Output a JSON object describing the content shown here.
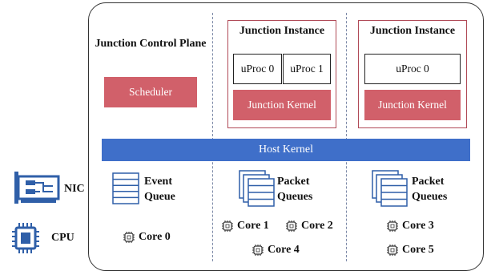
{
  "control_plane": {
    "title": "Junction Control Plane",
    "scheduler": "Scheduler"
  },
  "instances": [
    {
      "title": "Junction Instance",
      "uprocs": [
        "uProc 0",
        "uProc 1"
      ],
      "kernel": "Junction Kernel"
    },
    {
      "title": "Junction Instance",
      "uprocs": [
        "uProc 0"
      ],
      "kernel": "Junction Kernel"
    }
  ],
  "host_kernel": "Host Kernel",
  "hardware": {
    "nic": "NIC",
    "cpu": "CPU"
  },
  "queues": {
    "event": [
      "Event",
      "Queue"
    ],
    "packet": [
      "Packet",
      "Queues"
    ]
  },
  "cores": [
    "Core 0",
    "Core 1",
    "Core 2",
    "Core 4",
    "Core 3",
    "Core 5"
  ],
  "colors": {
    "red": "#d1606a",
    "blue": "#3f6fc9",
    "border_red": "#b04a57"
  },
  "icons": {
    "nic": "network-card-icon",
    "cpu": "cpu-chip-icon",
    "core": "core-chip-icon",
    "queue": "queue-stack-icon"
  }
}
